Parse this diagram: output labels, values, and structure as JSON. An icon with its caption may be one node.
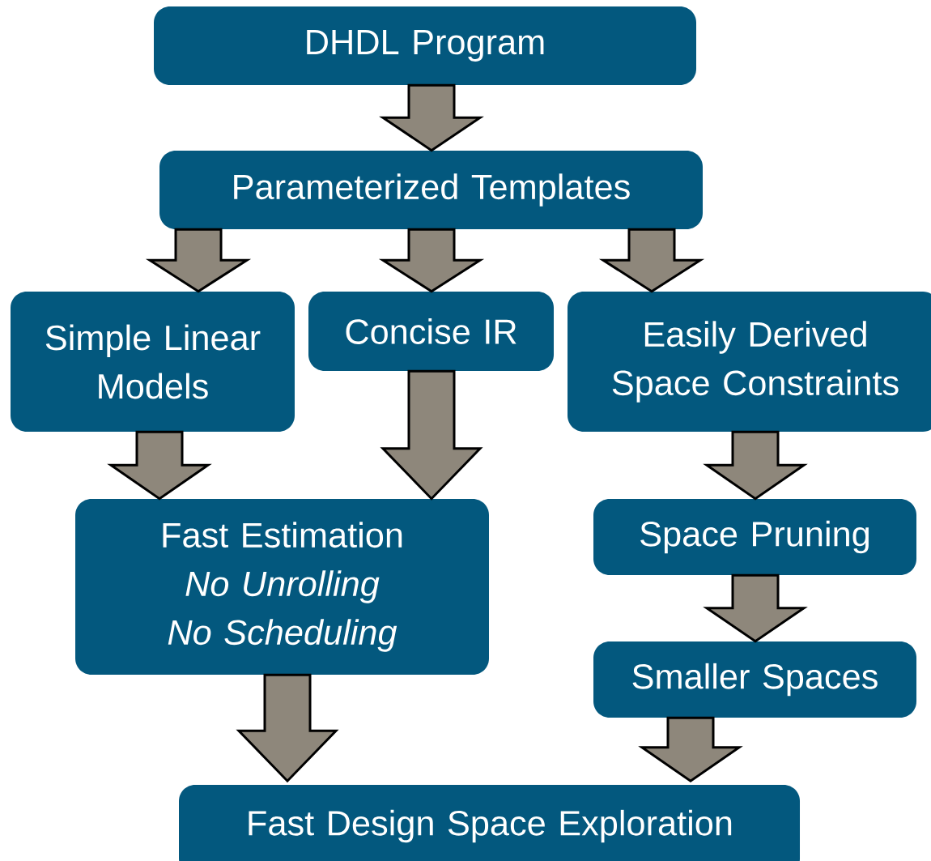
{
  "diagram": {
    "nodes": [
      {
        "text": [
          "DHDL Program"
        ]
      },
      {
        "text": [
          "Parameterized Templates"
        ]
      },
      {
        "text": [
          "Simple Linear Models"
        ]
      },
      {
        "text": [
          "Concise IR"
        ]
      },
      {
        "text": [
          "Easily Derived Space Constraints"
        ]
      },
      {
        "text": [
          "Fast Estimation",
          "No Unrolling",
          "No Scheduling"
        ]
      },
      {
        "text": [
          "Space Pruning"
        ]
      },
      {
        "text": [
          "Smaller Spaces"
        ]
      },
      {
        "text": [
          "Fast Design Space Exploration"
        ]
      }
    ],
    "edges": [
      {
        "from": 0,
        "to": 1,
        "arrow": "to"
      },
      {
        "from": 1,
        "to": 2,
        "arrow": "to"
      },
      {
        "from": 1,
        "to": 3,
        "arrow": "to"
      },
      {
        "from": 1,
        "to": 4,
        "arrow": "to"
      },
      {
        "from": 2,
        "to": 5,
        "arrow": "to"
      },
      {
        "from": 3,
        "to": 5,
        "arrow": "to"
      },
      {
        "from": 4,
        "to": 6,
        "arrow": "to"
      },
      {
        "from": 6,
        "to": 7,
        "arrow": "to"
      },
      {
        "from": 5,
        "to": 8,
        "arrow": "to"
      },
      {
        "from": 7,
        "to": 8,
        "arrow": "to"
      }
    ]
  }
}
